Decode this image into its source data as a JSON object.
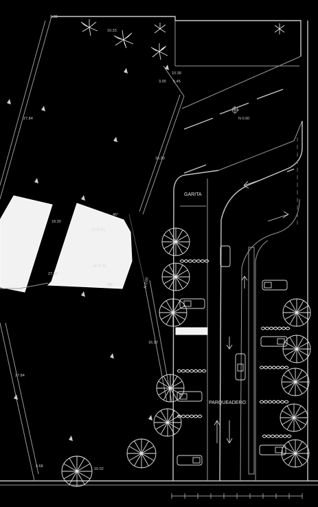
{
  "plan": {
    "labels": {
      "garita": "GARITA",
      "parqueadero": "PARQUEADERO",
      "level_main_a": "N+5.51",
      "level_main_b": "N+5.51",
      "level_road": "N 0.00",
      "level_side": "N 0.00"
    },
    "dimensions": {
      "d_1033": "10.33",
      "d_1830": "18.30",
      "d_2730": "27.30",
      "d_2784_top": "27.84",
      "d_2784_bottom": "27.84",
      "d_1630": "16.30",
      "d_1632": "16.32",
      "d_1002": "10.02",
      "d_1038": "10.38",
      "d_545": "5.45",
      "d_300": "3.00",
      "angle_43": "43°",
      "angle_45": "45°",
      "corner_top": "9.30",
      "corner_bottom": "5.68"
    }
  }
}
